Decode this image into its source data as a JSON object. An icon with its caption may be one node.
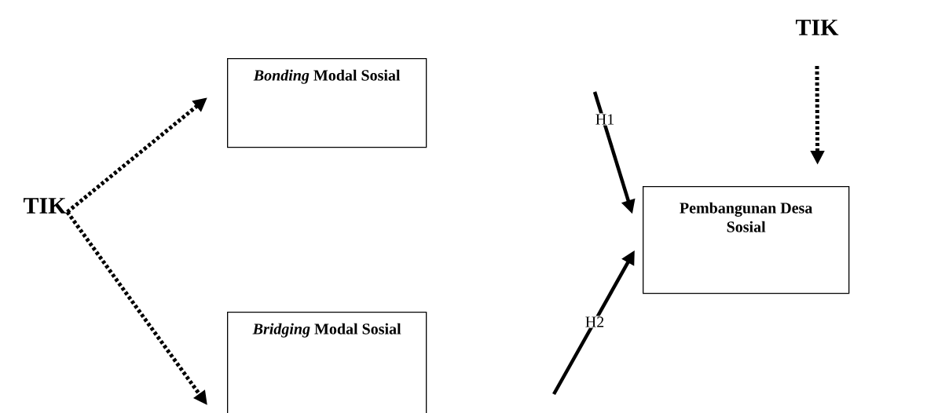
{
  "diagram": {
    "nodes": [
      {
        "text": [
          "TIK"
        ]
      },
      {
        "text": [
          "*Bonding* Modal Sosial"
        ]
      },
      {
        "text": [
          "*Bridging* Modal Sosial"
        ]
      },
      {
        "text": [
          "Pembangunan Desa Sosial"
        ]
      },
      {
        "text": [
          "TIK"
        ]
      }
    ],
    "edges": [
      {
        "from": 0,
        "to": 1,
        "arrow": "to",
        "style": "dashed"
      },
      {
        "from": 0,
        "to": 2,
        "arrow": "to",
        "style": "dashed"
      },
      {
        "from": null,
        "to": 3,
        "arrow": "to",
        "label": "H1"
      },
      {
        "from": null,
        "to": 3,
        "arrow": "to",
        "label": "H2"
      },
      {
        "from": 4,
        "to": 3,
        "arrow": "to",
        "style": "dashed"
      }
    ]
  }
}
